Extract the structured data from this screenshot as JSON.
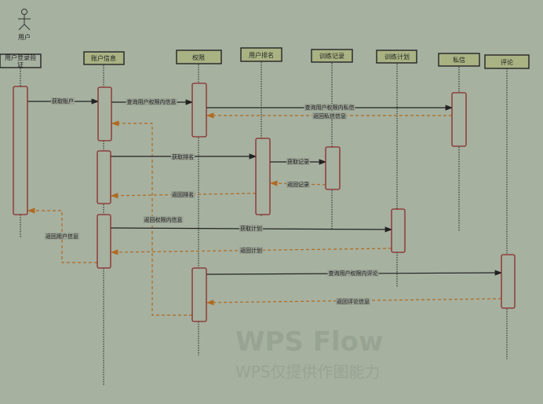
{
  "actor": {
    "label": "用户"
  },
  "lifelines": [
    {
      "label": "用户登录验证"
    },
    {
      "label": "账户信息"
    },
    {
      "label": "权限"
    },
    {
      "label": "用户排名"
    },
    {
      "label": "训练记录"
    },
    {
      "label": "训练计划"
    },
    {
      "label": "私信"
    },
    {
      "label": "评论"
    }
  ],
  "messages": [
    {
      "label": "获取账户",
      "type": "call"
    },
    {
      "label": "查询用户权限内信息",
      "type": "call"
    },
    {
      "label": "查询用户权限内私信",
      "type": "call"
    },
    {
      "label": "返回私信信息",
      "type": "return"
    },
    {
      "label": "返回权限内信息",
      "type": "return"
    },
    {
      "label": "获取排名",
      "type": "call"
    },
    {
      "label": "获取记录",
      "type": "call"
    },
    {
      "label": "返回记录",
      "type": "return"
    },
    {
      "label": "返回排名",
      "type": "return"
    },
    {
      "label": "返回用户信息",
      "type": "return"
    },
    {
      "label": "获取计划",
      "type": "call"
    },
    {
      "label": "返回计划",
      "type": "return"
    },
    {
      "label": "查询用户权限内评论",
      "type": "call"
    },
    {
      "label": "返回评论信息",
      "type": "return"
    }
  ],
  "watermark": {
    "line1": "WPS Flow",
    "line2": "WPS仅提供作图能力"
  },
  "colors": {
    "call": "#222222",
    "return": "#b06a20",
    "activation": "#8a2a2a",
    "header": "#a9b283"
  }
}
